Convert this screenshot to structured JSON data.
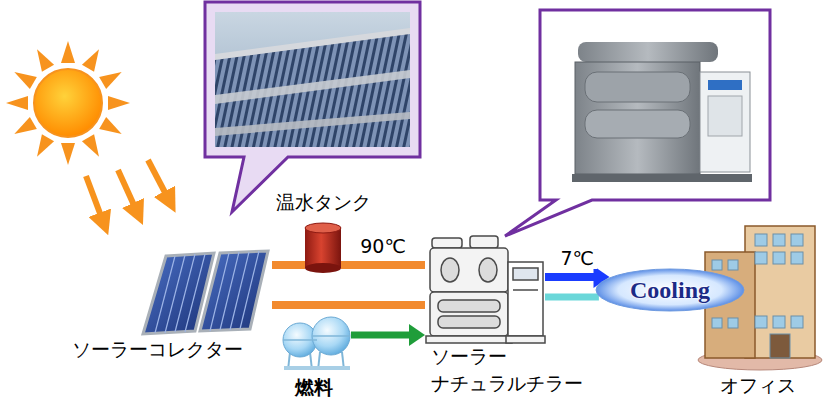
{
  "diagram": {
    "nodes": [
      {
        "text": [
          "ソーラーコレクター"
        ]
      },
      {
        "text": [
          "温水タンク"
        ]
      },
      {
        "text": [
          "燃料"
        ]
      },
      {
        "text": [
          "ソーラー ナチュラルチラー"
        ]
      },
      {
        "text": [
          "Cooling"
        ]
      },
      {
        "text": [
          "オフィス"
        ]
      }
    ],
    "edges": [
      {
        "from": 0,
        "to": 1,
        "arrow": "none"
      },
      {
        "from": 1,
        "to": 3,
        "arrow": "none",
        "label": "90℃"
      },
      {
        "from": 3,
        "to": 0,
        "arrow": "none"
      },
      {
        "from": 2,
        "to": 3,
        "arrow": "to"
      },
      {
        "from": 3,
        "to": 4,
        "arrow": "to",
        "label": "7℃"
      },
      {
        "from": 4,
        "to": 3,
        "arrow": "none"
      }
    ]
  }
}
